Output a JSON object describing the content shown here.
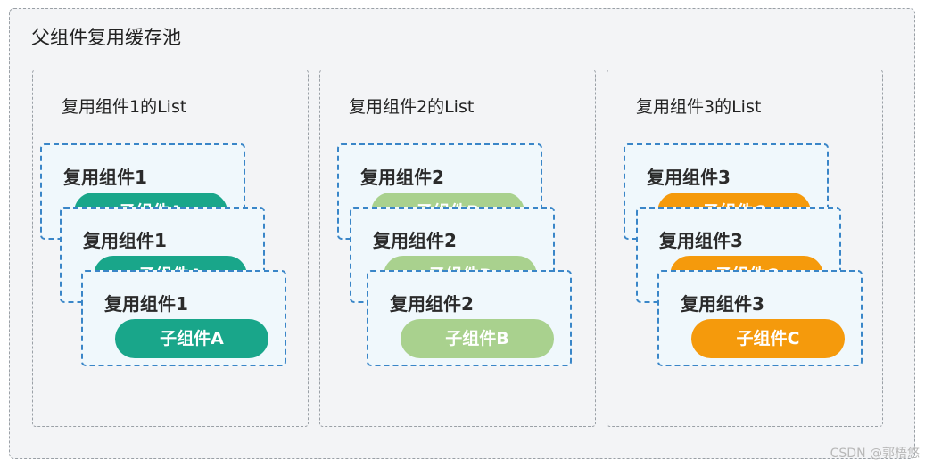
{
  "outer_title": "父组件复用缓存池",
  "watermark": "CSDN @郭梧悠",
  "columns": [
    {
      "title": "复用组件1的List",
      "card_title": "复用组件1",
      "child_label": "子组件A",
      "color": "#19a68a"
    },
    {
      "title": "复用组件2的List",
      "card_title": "复用组件2",
      "child_label": "子组件B",
      "color": "#a9d18e"
    },
    {
      "title": "复用组件3的List",
      "card_title": "复用组件3",
      "child_label": "子组件C",
      "color": "#f59a0c"
    }
  ]
}
